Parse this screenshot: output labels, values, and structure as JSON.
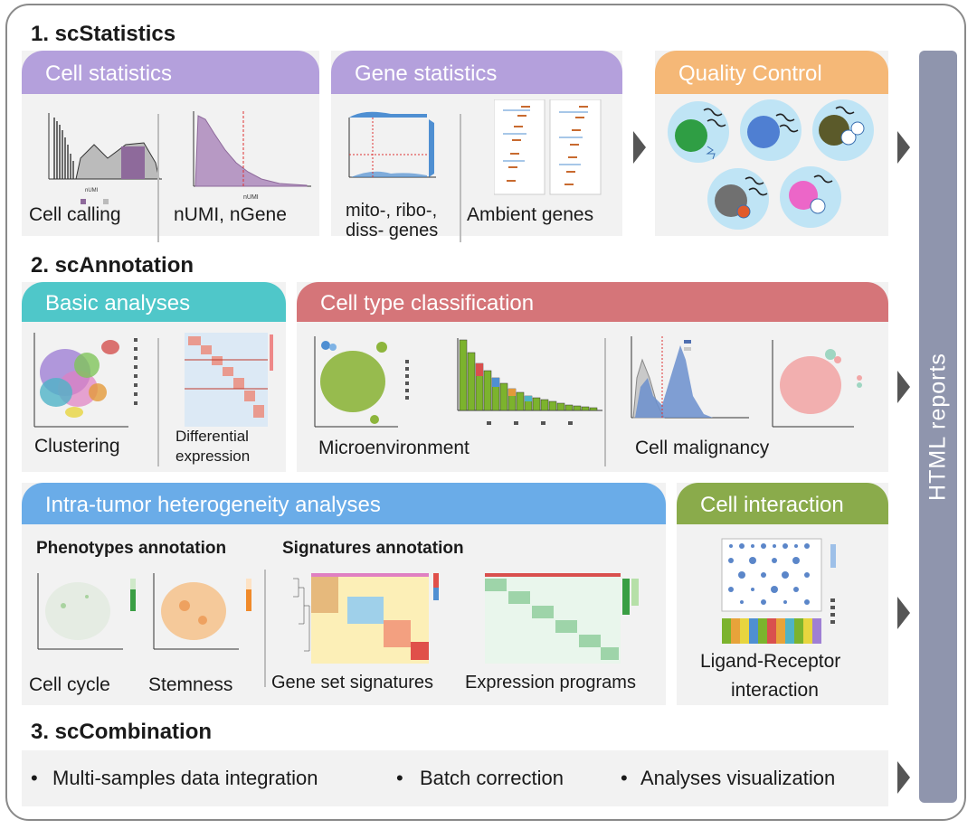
{
  "sections": {
    "s1": "1. scStatistics",
    "s2": "2. scAnnotation",
    "s3": "3. scCombination"
  },
  "panels": {
    "cell_statistics": {
      "title": "Cell statistics",
      "color": "#b4a0dc",
      "labels": [
        "Cell calling",
        "nUMI, nGene"
      ]
    },
    "gene_statistics": {
      "title": "Gene statistics",
      "color": "#b4a0dc",
      "labels": [
        "mito-, ribo-,",
        "diss- genes",
        "Ambient genes"
      ]
    },
    "quality_control": {
      "title": "Quality Control",
      "color": "#f5b877"
    },
    "basic_analyses": {
      "title": "Basic analyses",
      "color": "#4fc7c9",
      "labels": [
        "Clustering",
        "Differential",
        "expression"
      ]
    },
    "cell_type": {
      "title": "Cell type classification",
      "color": "#d57579",
      "labels": [
        "Microenvironment",
        "Cell malignancy"
      ]
    },
    "intra_tumor": {
      "title": "Intra-tumor heterogeneity analyses",
      "color": "#6aace8",
      "sub1": "Phenotypes annotation",
      "sub2": "Signatures annotation",
      "labels": [
        "Cell cycle",
        "Stemness",
        "Gene set signatures",
        "Expression programs"
      ]
    },
    "cell_interaction": {
      "title": "Cell interaction",
      "color": "#8aab4b",
      "labels": [
        "Ligand-Receptor",
        "interaction"
      ]
    }
  },
  "combination": [
    "Multi-samples data integration",
    "Batch correction",
    "Analyses visualization"
  ],
  "sidebar": "HTML  reports"
}
